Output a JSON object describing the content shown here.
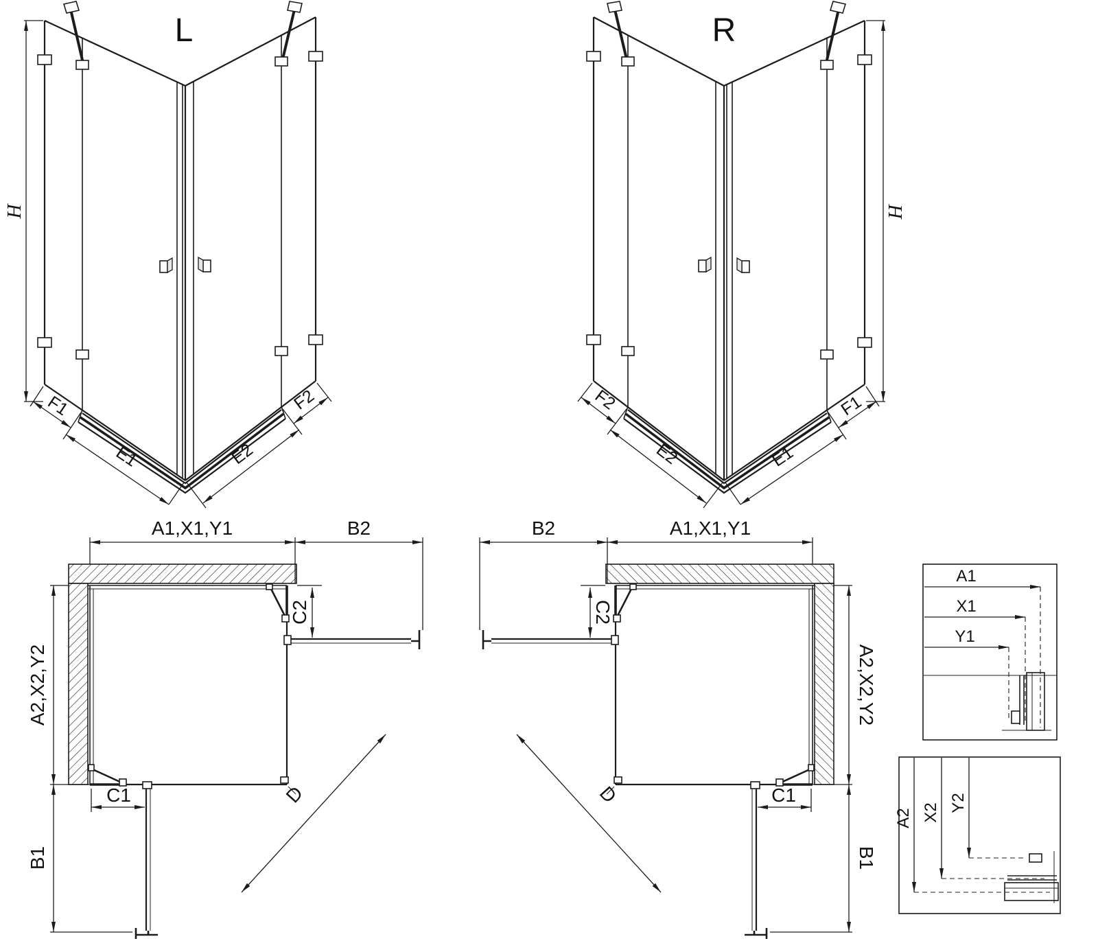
{
  "colors": {
    "line": "#1c1c1c",
    "background": "#ffffff"
  },
  "perspective_left": {
    "title": "L",
    "dims": {
      "h": "H",
      "f1": "F1",
      "e1": "E1",
      "e2": "E2",
      "f2": "F2"
    }
  },
  "perspective_right": {
    "title": "R",
    "dims": {
      "h": "H",
      "f1": "F1",
      "e1": "E1",
      "e2": "E2",
      "f2": "F2"
    }
  },
  "plan_left": {
    "dims": {
      "top_width": "A1,X1,Y1",
      "door_open_width": "B2",
      "side_depth": "A2,X2,Y2",
      "door_open_depth": "B1",
      "fixed_segment_top": "C2",
      "fixed_segment_bottom": "C1",
      "entry_diagonal": "D"
    }
  },
  "plan_right": {
    "dims": {
      "top_width": "A1,X1,Y1",
      "door_open_width": "B2",
      "side_depth": "A2,X2,Y2",
      "door_open_depth": "B1",
      "fixed_segment_top": "C2",
      "fixed_segment_bottom": "C1",
      "entry_diagonal": "D"
    }
  },
  "detail_widths": {
    "labels": {
      "a1": "A1",
      "x1": "X1",
      "y1": "Y1"
    }
  },
  "detail_depths": {
    "labels": {
      "a2": "A2",
      "x2": "X2",
      "y2": "Y2"
    }
  }
}
